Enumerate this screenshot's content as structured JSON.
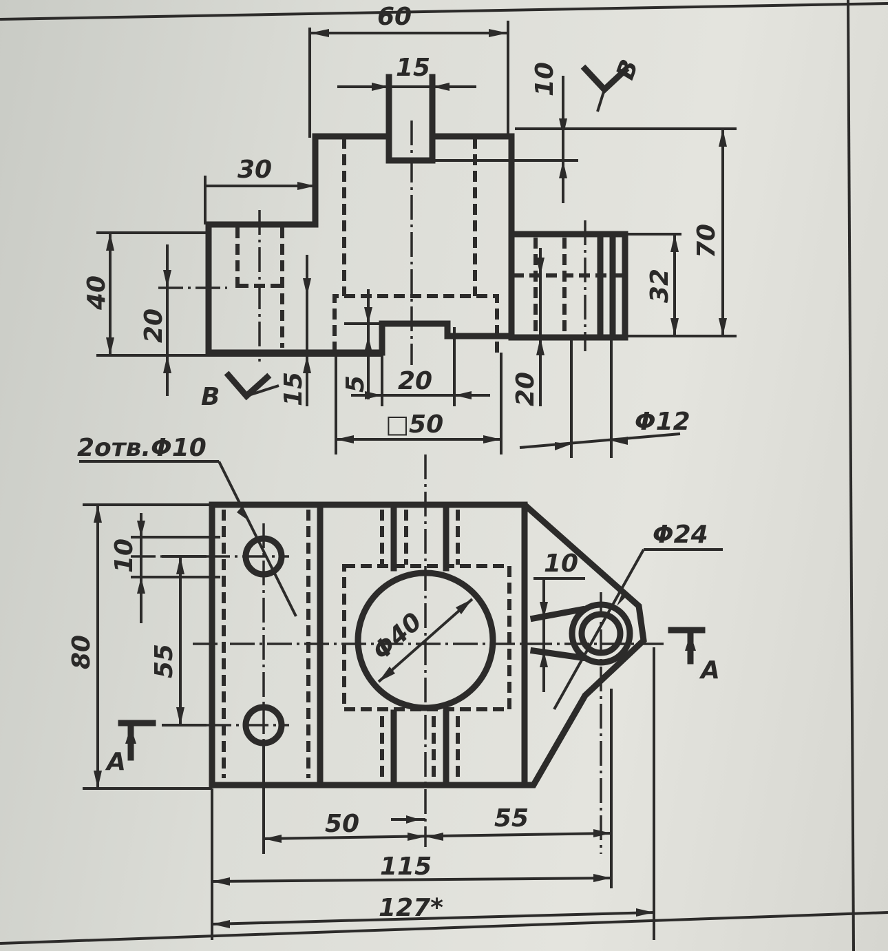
{
  "drawing": {
    "top_view": {
      "dim_60": "60",
      "dim_15_top": "15",
      "dim_10_right": "10",
      "dim_30": "30",
      "dim_40": "40",
      "dim_20_left": "20",
      "dim_15_left": "15",
      "dim_5": "5",
      "dim_20_center": "20",
      "dim_20_right": "20",
      "dim_32": "32",
      "dim_70": "70",
      "dim_square_50": "□50",
      "dim_d12": "Φ12",
      "section_mark_b_left": "B",
      "section_mark_b_right": "B"
    },
    "plan_view": {
      "holes_note": "2отв.Φ10",
      "dim_10_left": "10",
      "dim_55_vertical": "55",
      "dim_80": "80",
      "dim_d40": "Φ40",
      "dim_10_right": "10",
      "dim_d24": "Φ24",
      "section_a_right": "A",
      "section_a_left": "A",
      "dim_50": "50",
      "dim_55_horizontal": "55",
      "dim_115": "115",
      "dim_127": "127*"
    }
  }
}
